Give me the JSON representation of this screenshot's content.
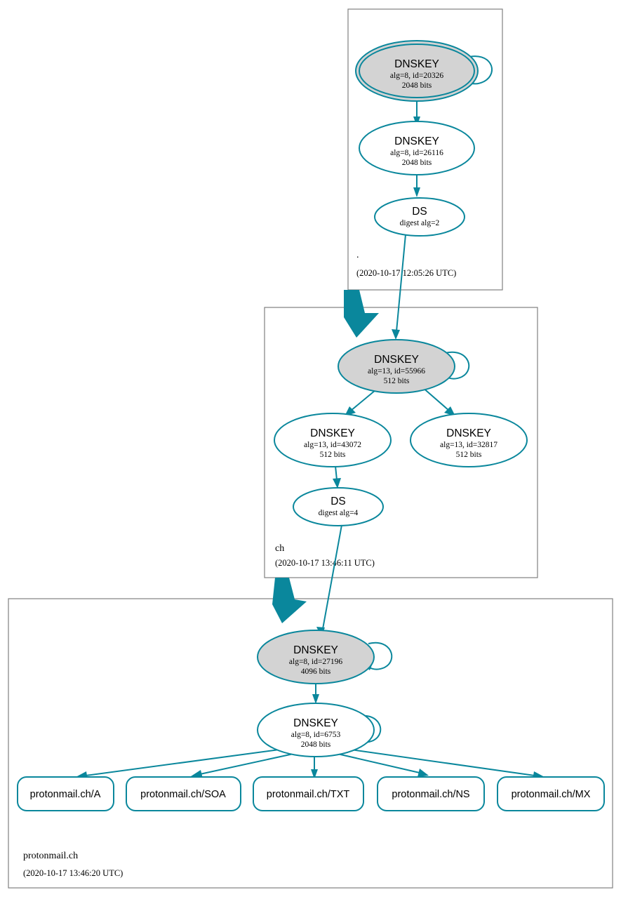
{
  "diagram": {
    "type": "dnssec-authentication-chain",
    "colors": {
      "accent": "#0a879c",
      "secure_node_fill": "#d3d3d3",
      "plain_node_fill": "#ffffff",
      "zone_border": "#808080",
      "background": "#ffffff"
    }
  },
  "zones": [
    {
      "id": "root",
      "name": ".",
      "timestamp": "(2020-10-17 12:05:26 UTC)",
      "nodes": [
        {
          "id": "root-ksk",
          "type": "DNSKEY",
          "title": "DNSKEY",
          "line2": "alg=8, id=20326",
          "line3": "2048 bits",
          "alg": "8",
          "key_id": "20326",
          "bits": "2048",
          "trust_anchor": true,
          "shaded": true,
          "self_signed": true
        },
        {
          "id": "root-zsk",
          "type": "DNSKEY",
          "title": "DNSKEY",
          "line2": "alg=8, id=26116",
          "line3": "2048 bits",
          "alg": "8",
          "key_id": "26116",
          "bits": "2048",
          "trust_anchor": false,
          "shaded": false,
          "self_signed": false
        },
        {
          "id": "root-ds",
          "type": "DS",
          "title": "DS",
          "line2": "digest alg=2",
          "line3": "",
          "digest_alg": "2",
          "shaded": false
        }
      ]
    },
    {
      "id": "ch",
      "name": "ch",
      "timestamp": "(2020-10-17 13:46:11 UTC)",
      "nodes": [
        {
          "id": "ch-ksk",
          "type": "DNSKEY",
          "title": "DNSKEY",
          "line2": "alg=13, id=55966",
          "line3": "512 bits",
          "alg": "13",
          "key_id": "55966",
          "bits": "512",
          "trust_anchor": false,
          "shaded": true,
          "self_signed": true
        },
        {
          "id": "ch-zsk-a",
          "type": "DNSKEY",
          "title": "DNSKEY",
          "line2": "alg=13, id=43072",
          "line3": "512 bits",
          "alg": "13",
          "key_id": "43072",
          "bits": "512",
          "trust_anchor": false,
          "shaded": false,
          "self_signed": false
        },
        {
          "id": "ch-zsk-b",
          "type": "DNSKEY",
          "title": "DNSKEY",
          "line2": "alg=13, id=32817",
          "line3": "512 bits",
          "alg": "13",
          "key_id": "32817",
          "bits": "512",
          "trust_anchor": false,
          "shaded": false,
          "self_signed": false
        },
        {
          "id": "ch-ds",
          "type": "DS",
          "title": "DS",
          "line2": "digest alg=4",
          "line3": "",
          "digest_alg": "4",
          "shaded": false
        }
      ]
    },
    {
      "id": "protonmail",
      "name": "protonmail.ch",
      "timestamp": "(2020-10-17 13:46:20 UTC)",
      "nodes": [
        {
          "id": "pm-ksk",
          "type": "DNSKEY",
          "title": "DNSKEY",
          "line2": "alg=8, id=27196",
          "line3": "4096 bits",
          "alg": "8",
          "key_id": "27196",
          "bits": "4096",
          "trust_anchor": false,
          "shaded": true,
          "self_signed": true
        },
        {
          "id": "pm-zsk",
          "type": "DNSKEY",
          "title": "DNSKEY",
          "line2": "alg=8, id=6753",
          "line3": "2048 bits",
          "alg": "8",
          "key_id": "6753",
          "bits": "2048",
          "trust_anchor": false,
          "shaded": false,
          "self_signed": true
        }
      ],
      "rrsets": [
        {
          "id": "rrset-a",
          "label": "protonmail.ch/A"
        },
        {
          "id": "rrset-soa",
          "label": "protonmail.ch/SOA"
        },
        {
          "id": "rrset-txt",
          "label": "protonmail.ch/TXT"
        },
        {
          "id": "rrset-ns",
          "label": "protonmail.ch/NS"
        },
        {
          "id": "rrset-mx",
          "label": "protonmail.ch/MX"
        }
      ]
    }
  ]
}
